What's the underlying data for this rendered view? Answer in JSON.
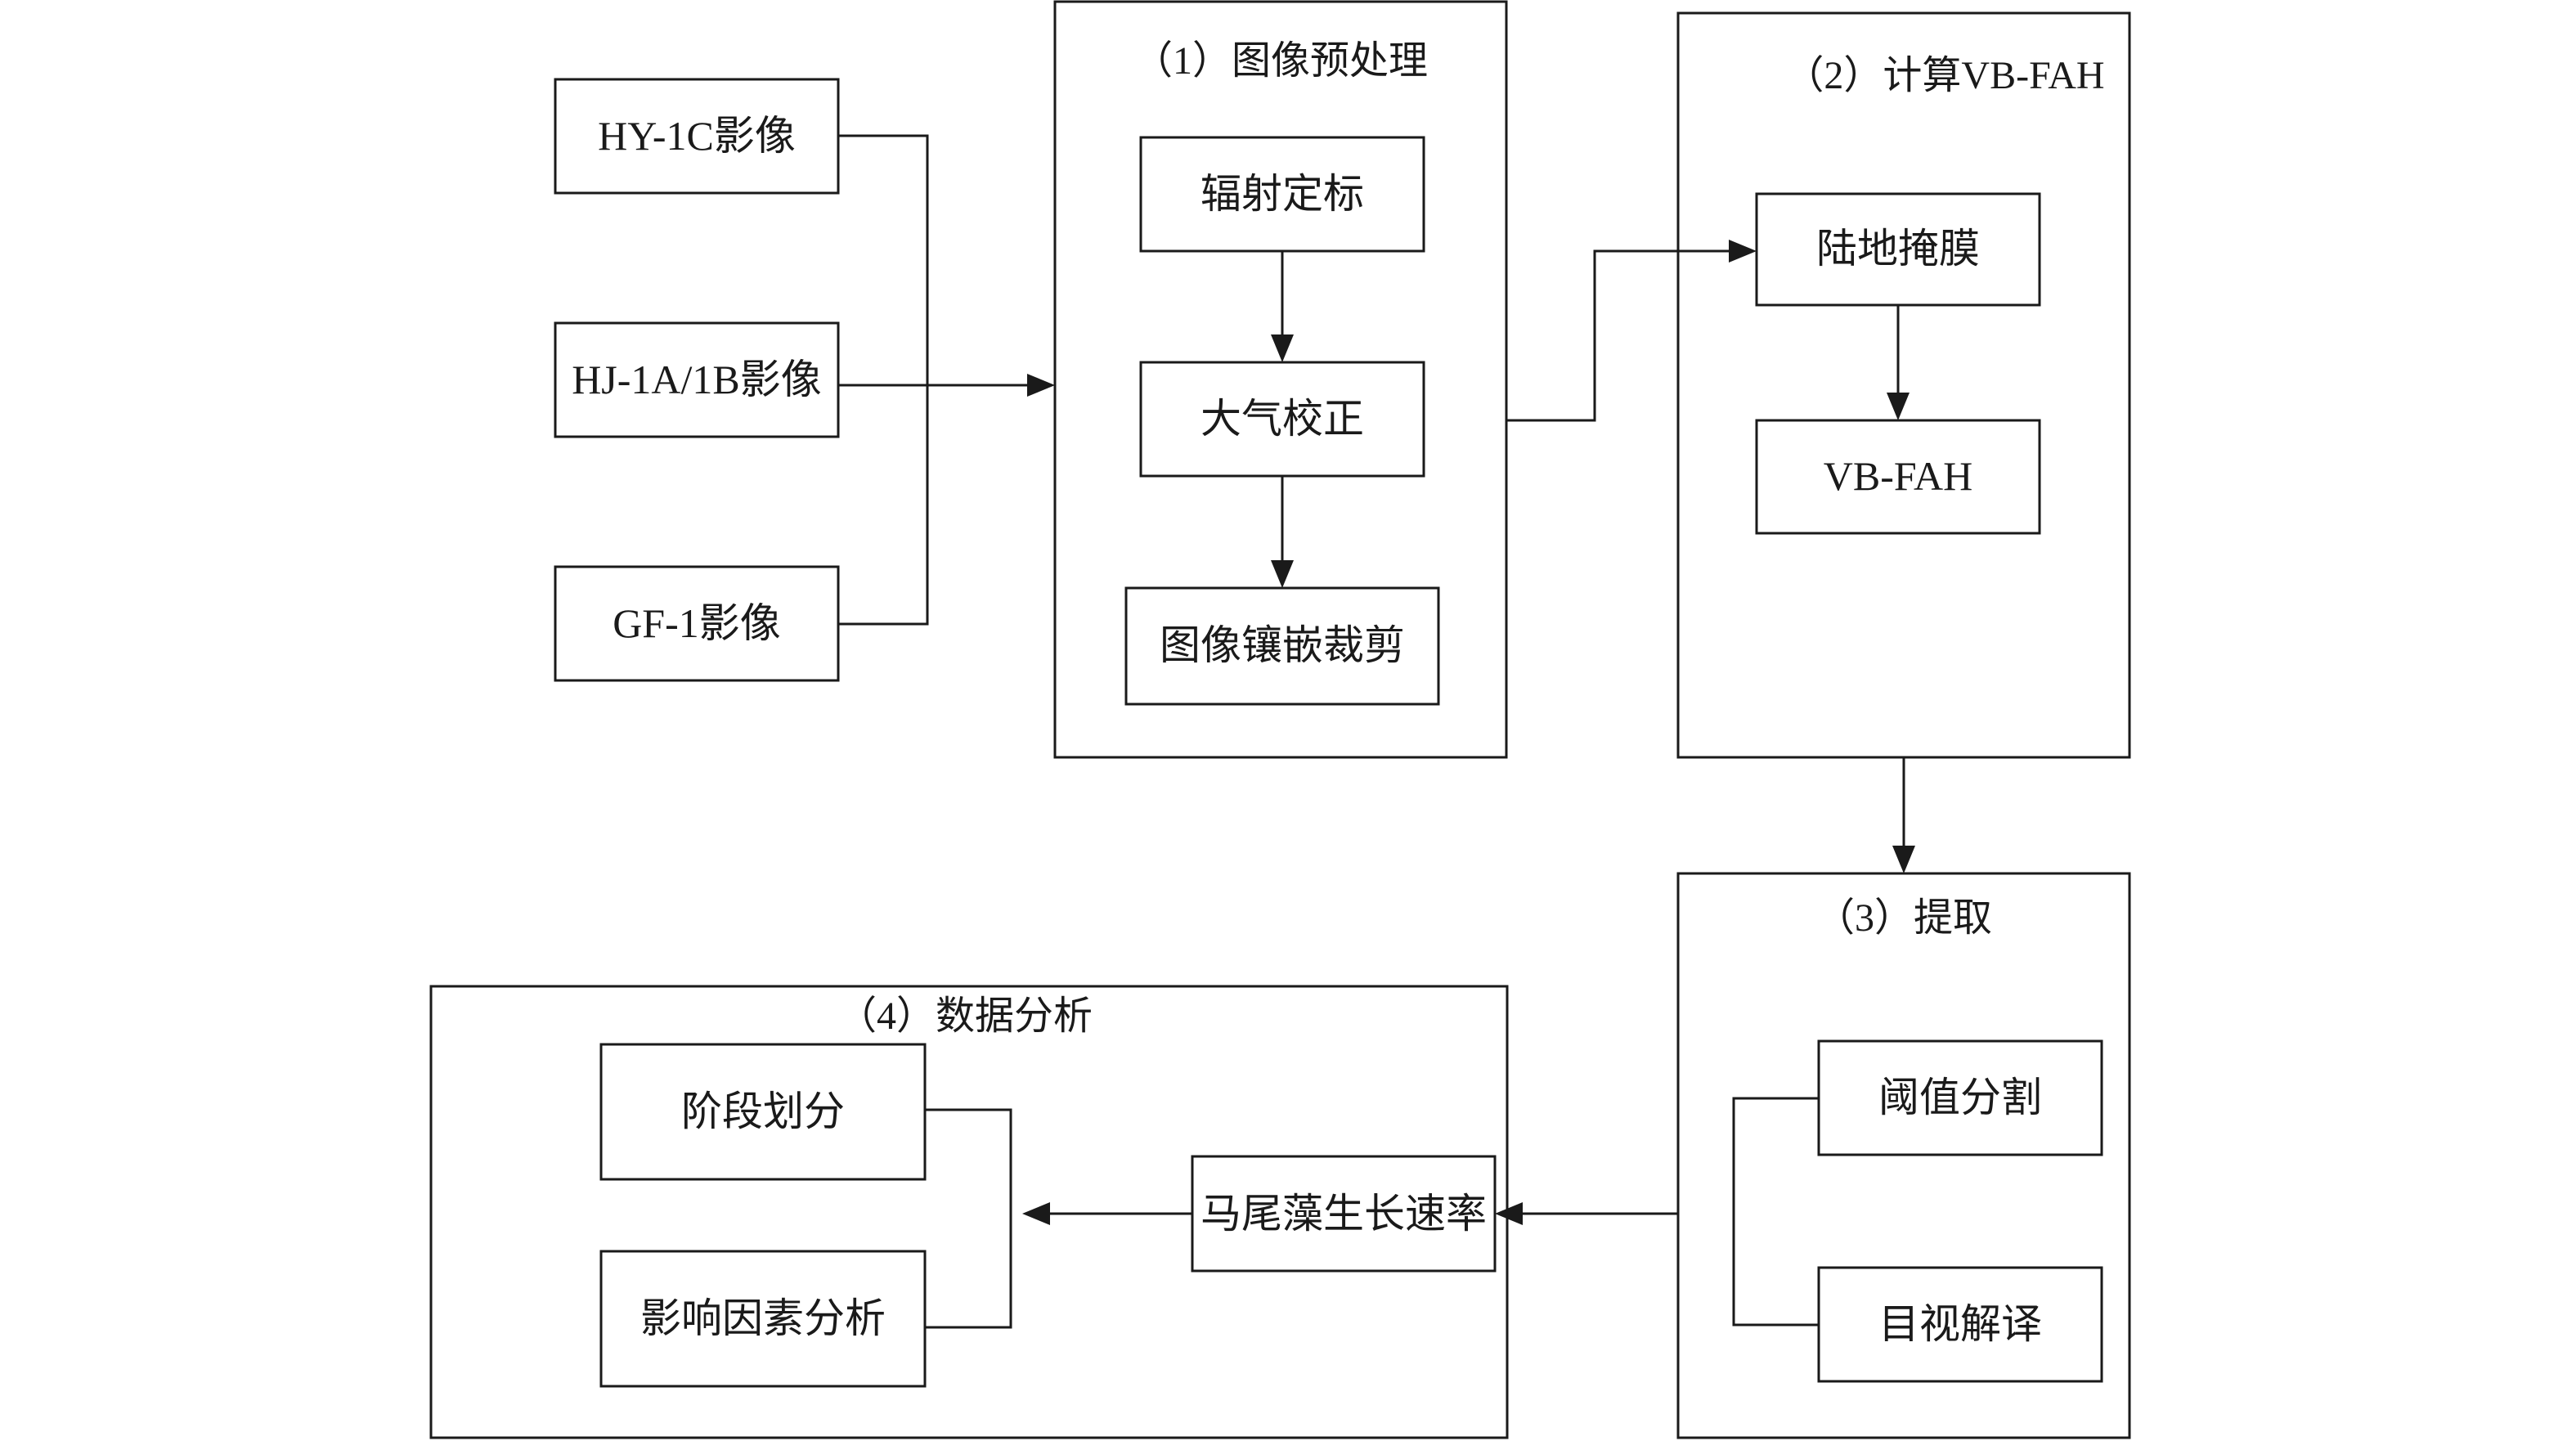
{
  "groups": {
    "preprocess": "（1）图像预处理",
    "compute": "（2）计算VB-FAH",
    "extract": "（3）提取",
    "analysis": "（4）数据分析"
  },
  "inputs": {
    "hy1c": "HY-1C影像",
    "hj1ab": "HJ-1A/1B影像",
    "gf1": "GF-1影像"
  },
  "preprocess": {
    "radiometric": "辐射定标",
    "atmospheric": "大气校正",
    "mosaic": "图像镶嵌裁剪"
  },
  "compute": {
    "land_mask": "陆地掩膜",
    "vbfah": "VB-FAH"
  },
  "extract": {
    "threshold": "阈值分割",
    "visual": "目视解译"
  },
  "growth_rate": "马尾藻生长速率",
  "analysis": {
    "stage": "阶段划分",
    "factors": "影响因素分析"
  }
}
